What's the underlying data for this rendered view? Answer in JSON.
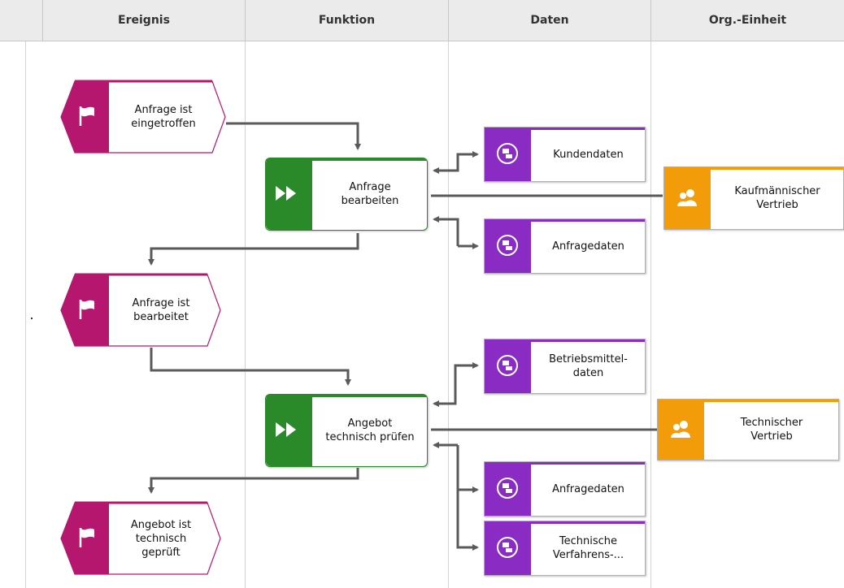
{
  "header": {
    "columns": [
      "Ereignis",
      "Funktion",
      "Daten",
      "Org.-Einheit"
    ]
  },
  "colors": {
    "event": "#b5176f",
    "function": "#2a8a2a",
    "data": "#8a2cc4",
    "org": "#f39c0a",
    "connector": "#5a5a5a"
  },
  "events": [
    {
      "label": "Anfrage ist\neingetroffen",
      "icon": "flag-icon"
    },
    {
      "label": "Anfrage ist\nbearbeitet",
      "icon": "flag-icon"
    },
    {
      "label": "Angebot ist\ntechnisch\ngeprüft",
      "icon": "flag-icon"
    }
  ],
  "functions": [
    {
      "label": "Anfrage\nbearbeiten",
      "icon": "fast-forward-icon"
    },
    {
      "label": "Angebot\ntechnisch prüfen",
      "icon": "fast-forward-icon"
    }
  ],
  "data_objects": [
    {
      "label": "Kundendaten",
      "icon": "data-record-icon"
    },
    {
      "label": "Anfragedaten",
      "icon": "data-record-icon"
    },
    {
      "label": "Betriebsmittel-\ndaten",
      "icon": "data-record-icon"
    },
    {
      "label": "Anfragedaten",
      "icon": "data-record-icon"
    },
    {
      "label": "Technische\nVerfahrens-...",
      "icon": "data-record-icon"
    }
  ],
  "org_units": [
    {
      "label": "Kaufmännischer\nVertrieb",
      "icon": "group-icon"
    },
    {
      "label": "Technischer\nVertrieb",
      "icon": "group-icon"
    }
  ]
}
